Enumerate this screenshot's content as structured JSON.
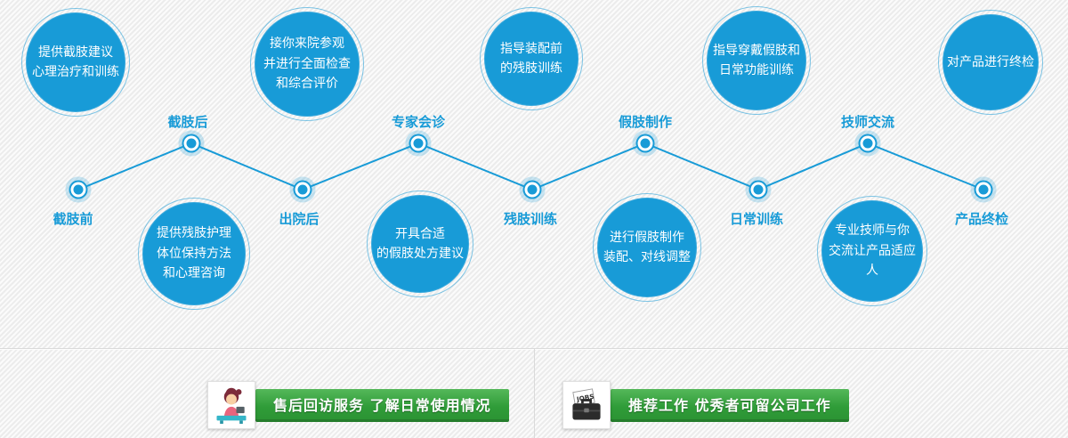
{
  "colors": {
    "accent_blue": "#189bd7",
    "banner_green": "#2f9c38",
    "background": "#f4f4f4"
  },
  "bubbles": [
    {
      "text": "提供截肢建议\n心理治疗和训练"
    },
    {
      "text": "接你来院参观\n并进行全面检查\n和综合评价"
    },
    {
      "text": "指导装配前\n的残肢训练"
    },
    {
      "text": "指导穿戴假肢和\n日常功能训练"
    },
    {
      "text": "对产品进行终检"
    },
    {
      "text": "提供残肢护理\n体位保持方法\n和心理咨询"
    },
    {
      "text": "开具合适\n的假肢处方建议"
    },
    {
      "text": "进行假肢制作\n装配、对线调整"
    },
    {
      "text": "专业技师与你\n交流让产品适应人"
    }
  ],
  "timeline": {
    "nodes": [
      {
        "label": "截肢前"
      },
      {
        "label": "截肢后"
      },
      {
        "label": "出院后"
      },
      {
        "label": "专家会诊"
      },
      {
        "label": "残肢训练"
      },
      {
        "label": "假肢制作"
      },
      {
        "label": "日常训练"
      },
      {
        "label": "技师交流"
      },
      {
        "label": "产品终检"
      }
    ]
  },
  "banners": [
    {
      "text": "售后回访服务 了解日常使用情况",
      "icon": "customer-service-illustration"
    },
    {
      "text": "推荐工作 优秀者可留公司工作",
      "icon": "jobs-briefcase",
      "icon_text": "JOBS"
    }
  ]
}
